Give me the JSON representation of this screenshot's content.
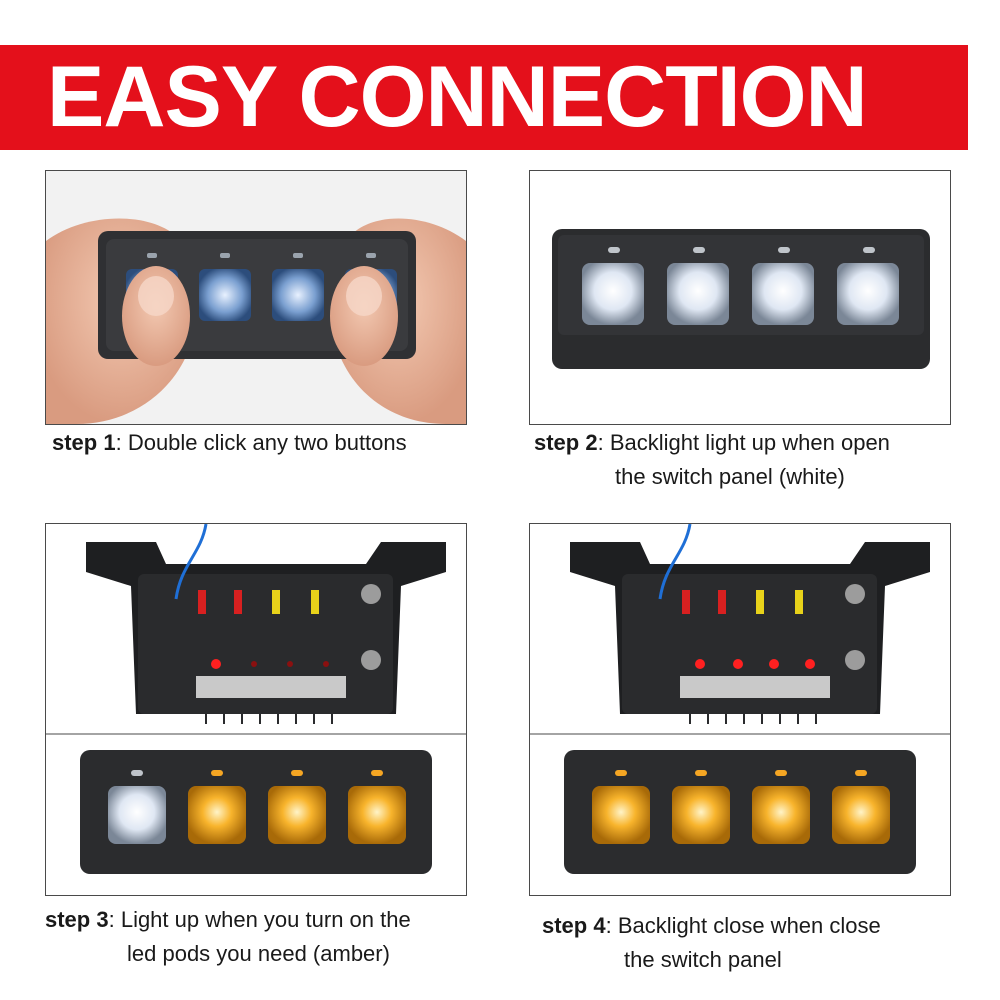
{
  "banner": {
    "title": "EASY CONNECTION",
    "color": "#e4101b"
  },
  "steps": [
    {
      "label": "step 1",
      "line1": "Double click any two buttons",
      "line2": ""
    },
    {
      "label": "step 2",
      "line1": "Backlight light up when open",
      "line2": "the switch panel (white)"
    },
    {
      "label": "step 3",
      "line1": "Light up when you turn on the",
      "line2": "led pods you need (amber)"
    },
    {
      "label": "step 4",
      "line1": "Backlight close when close",
      "line2": "the switch panel"
    }
  ],
  "colors": {
    "white_light": "#f4f8ff",
    "amber_light": "#f5a623",
    "panel": "#2b2c2e",
    "indicator_red": "#ff2020"
  },
  "images": [
    {
      "name": "hands-pressing-switch-panel",
      "button_states": [
        "blue",
        "blue",
        "blue",
        "blue"
      ]
    },
    {
      "name": "switch-panel-white-backlight",
      "button_states": [
        "white",
        "white",
        "white",
        "white"
      ]
    },
    {
      "name": "switch-panel-first-on",
      "button_states": [
        "white",
        "amber",
        "amber",
        "amber"
      ]
    },
    {
      "name": "switch-panel-all-amber",
      "button_states": [
        "amber",
        "amber",
        "amber",
        "amber"
      ]
    }
  ]
}
